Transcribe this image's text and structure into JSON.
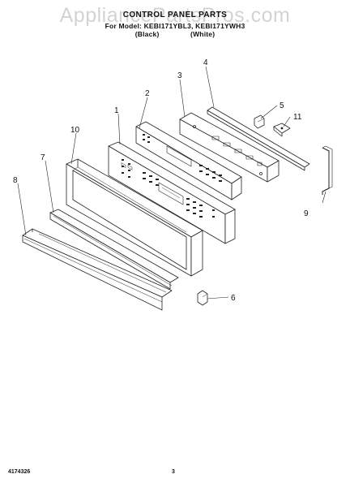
{
  "header": {
    "title": "CONTROL PANEL PARTS",
    "model_line": "For Model: KEBI171YBL3, KEBI171YWH3",
    "finish_black": "(Black)",
    "finish_white": "(White)"
  },
  "watermark": "AppliancePartsPros.com",
  "footer": {
    "code": "4174326",
    "page": "3"
  },
  "callouts": [
    "1",
    "2",
    "3",
    "4",
    "5",
    "6",
    "7",
    "8",
    "9",
    "10",
    "11"
  ]
}
